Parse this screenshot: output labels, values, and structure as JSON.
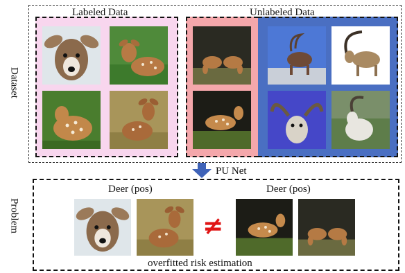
{
  "side_labels": {
    "dataset": "Dataset",
    "problem": "Problem"
  },
  "sections": {
    "labeled": "Labeled Data",
    "unlabeled": "Unlabeled Data"
  },
  "arrow": {
    "label": "PU Net"
  },
  "problem": {
    "left_caption": "Deer (pos)",
    "right_caption": "Deer (pos)",
    "neq_symbol": "≠",
    "bottom_caption": "overfitted risk estimation"
  },
  "colors": {
    "labeled_bg": "#f8d6ee",
    "unlabeled_pos_bg": "#f4a7ab",
    "unlabeled_neg_bg": "#4a6fc2",
    "arrow": "#3f63b8",
    "neq": "#e01515"
  },
  "icons": [
    "deer-photo",
    "ibex-photo",
    "arrow-down-icon",
    "not-equal-icon"
  ]
}
